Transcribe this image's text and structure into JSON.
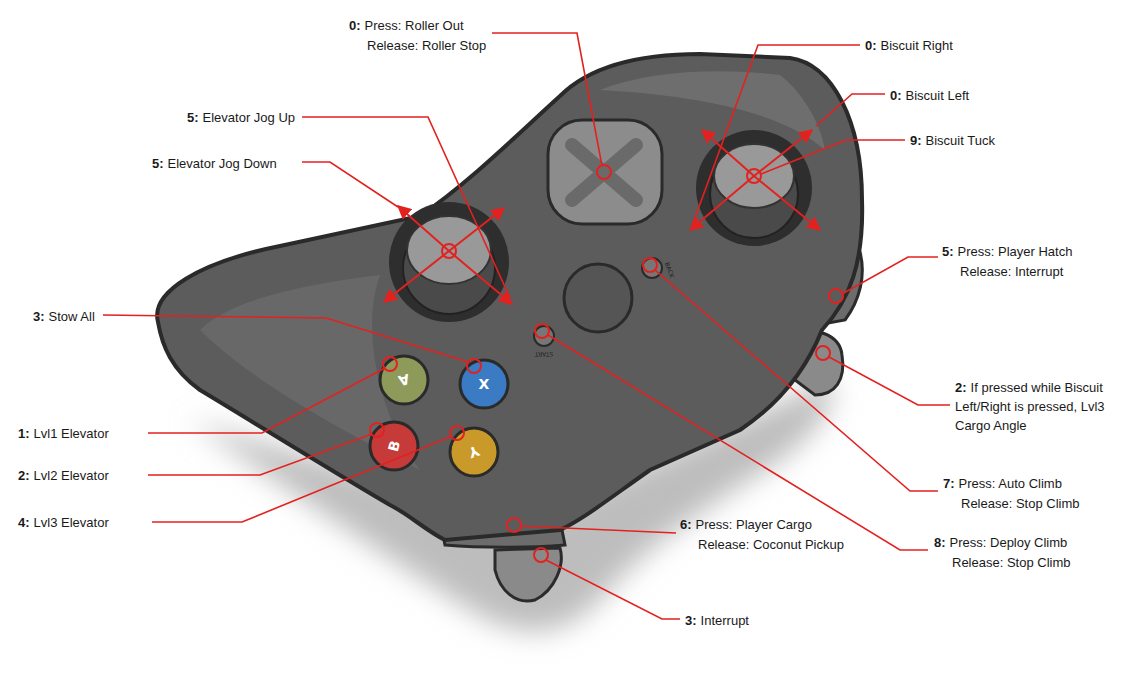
{
  "diagram": {
    "labels": [
      "0:",
      "Press: Roller Out",
      "Release: Roller Stop",
      "0:",
      "Biscuit Right",
      "0:",
      "Biscuit Left",
      "9:",
      "Biscuit Tuck",
      "5:",
      "Elevator Jog Up",
      "5:",
      "Elevator Jog Down",
      "3:",
      "Stow All",
      "5:",
      "Press: Player Hatch",
      "Release: Interrupt",
      "2:",
      "If pressed while Biscuit Left/Right is pressed, Lvl3 Cargo Angle",
      "1:",
      "Lvl1 Elevator",
      "2:",
      "Lvl2 Elevator",
      "4:",
      "Lvl3 Elevator",
      "7:",
      "Press: Auto Climb",
      "Release: Stop Climb",
      "6:",
      "Press: Player Cargo",
      "Release: Coconut Pickup",
      "8:",
      "Press: Deploy Climb",
      "Release: Stop Climb",
      "3:",
      "Interrupt",
      "A",
      "X",
      "B",
      "Y",
      "START",
      "BACK"
    ]
  }
}
